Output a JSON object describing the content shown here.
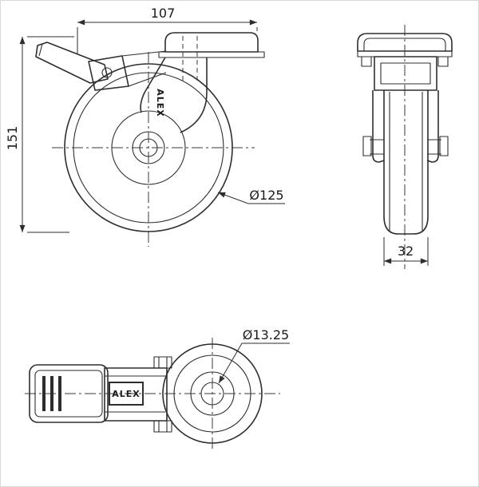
{
  "drawing": {
    "front_view": {
      "width_dim": "107",
      "height_dim": "151",
      "wheel_diameter_dim": "Ø125",
      "brand": "ALEX"
    },
    "side_view": {
      "tread_width_dim": "32"
    },
    "plan_view": {
      "bolt_hole_dim": "Ø13.25",
      "brand": "ALEX"
    },
    "colors": {
      "line": "#2e2e2e",
      "background": "#ffffff"
    }
  }
}
